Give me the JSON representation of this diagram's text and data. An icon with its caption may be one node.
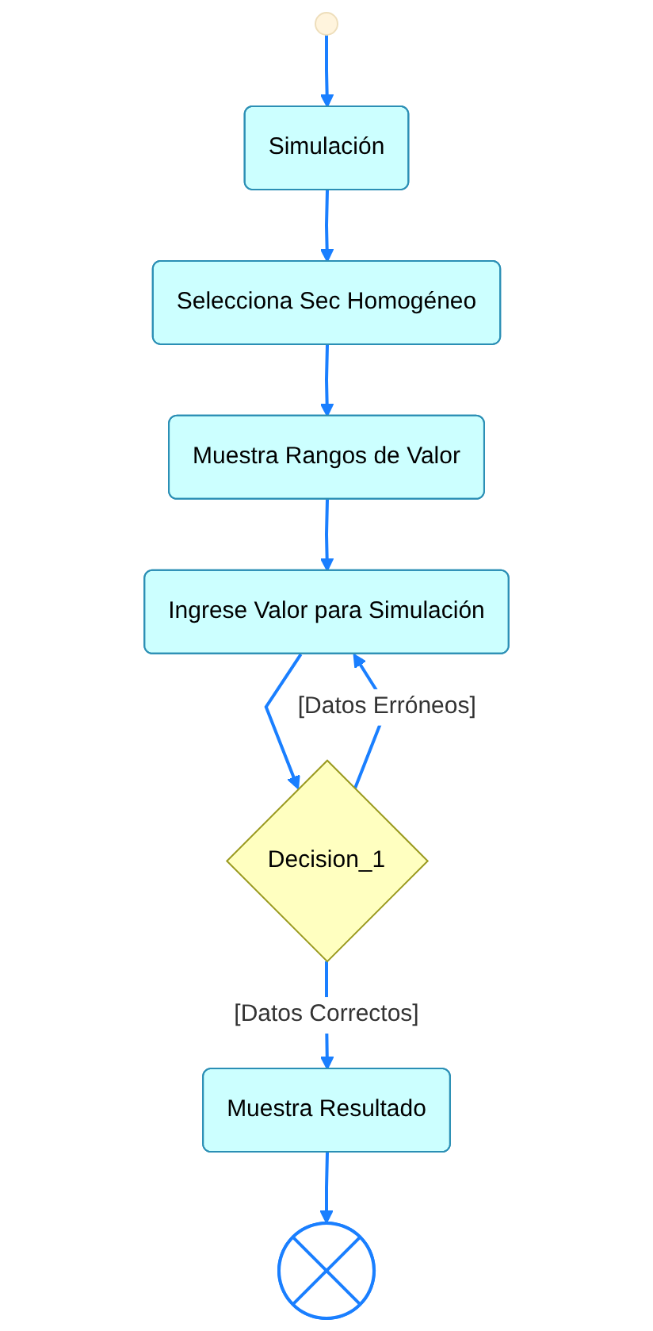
{
  "diagram": {
    "nodes": [
      {
        "text": [],
        "shape": "circle"
      },
      {
        "text": [
          "Simulación"
        ]
      },
      {
        "text": [
          "Selecciona Sec Homogéneo"
        ]
      },
      {
        "text": [
          "Muestra Rangos de Valor"
        ]
      },
      {
        "text": [
          "Ingrese Valor para Simulación"
        ]
      },
      {
        "text": [
          "Decision_1"
        ]
      },
      {
        "text": [
          "Muestra Resultado"
        ]
      },
      {
        "text": [],
        "shape": "circle"
      }
    ],
    "edges": [
      {
        "from": 0,
        "to": 1,
        "arrow": "to"
      },
      {
        "from": 1,
        "to": 2,
        "arrow": "to"
      },
      {
        "from": 2,
        "to": 3,
        "arrow": "to"
      },
      {
        "from": 3,
        "to": 4,
        "arrow": "to"
      },
      {
        "from": 4,
        "to": 5,
        "arrow": "to"
      },
      {
        "from": 5,
        "to": 4,
        "label": "[Datos Erróneos]",
        "arrow": "to"
      },
      {
        "from": 5,
        "to": 6,
        "label": "[Datos Correctos]",
        "arrow": "to"
      },
      {
        "from": 6,
        "to": 7,
        "arrow": "to"
      }
    ]
  }
}
